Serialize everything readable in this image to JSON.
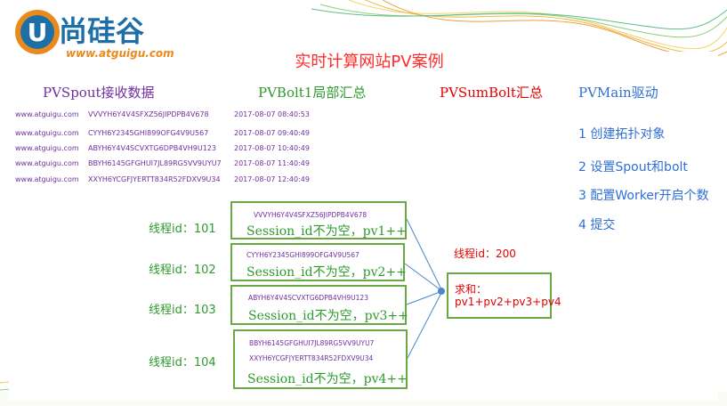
{
  "logo": {
    "brand": "尚硅谷",
    "url": "www.atguigu.com",
    "letter": "U"
  },
  "title": "实时计算网站PV案例",
  "headers": {
    "spout": "PVSpout接收数据",
    "bolt": "PVBolt1局部汇总",
    "sumbolt": "PVSumBolt汇总",
    "main": "PVMain驱动"
  },
  "rows": [
    {
      "site": "www.atguigu.com",
      "session": "VVVYH6Y4V4SFXZ56JIPDPB4V678",
      "time": "2017-08-07 08:40:53"
    },
    {
      "site": "www.atguigu.com",
      "session": "CYYH6Y2345GHI899OFG4V9U567",
      "time": "2017-08-07 09:40:49"
    },
    {
      "site": "www.atguigu.com",
      "session": "ABYH6Y4V4SCVXTG6DPB4VH9U123",
      "time": "2017-08-07 10:40:49"
    },
    {
      "site": "www.atguigu.com",
      "session": "BBYH6145GFGHUI7JL89RG5VV9UYU7",
      "time": "2017-08-07 11:40:49"
    },
    {
      "site": "www.atguigu.com",
      "session": "XXYH6YCGFJYERTT834R52FDXV9U34",
      "time": "2017-08-07 12:40:49"
    }
  ],
  "steps": [
    "1 创建拓扑对象",
    "2 设置Spout和bolt",
    "3 配置Worker开启个数",
    "4 提交"
  ],
  "threads": [
    {
      "label": "线程id：101",
      "codes": [
        "VVVYH6Y4V4SFXZ56JIPDPB4V678"
      ],
      "session": "Session_id不为空，pv1++"
    },
    {
      "label": "线程id：102",
      "codes": [
        "CYYH6Y2345GHI899OFG4V9U567"
      ],
      "session": "Session_id不为空，pv2++"
    },
    {
      "label": "线程id：103",
      "codes": [
        "ABYH6Y4V4SCVXTG6DPB4VH9U123"
      ],
      "session": "Session_id不为空，pv3++"
    },
    {
      "label": "线程id：104",
      "codes": [
        "BBYH6145GFGHUI7JL89RG5VV9UYU7",
        "XXYH6YCGFJYERTT834R52FDXV9U34"
      ],
      "session": "Session_id不为空，pv4++"
    }
  ],
  "sum": {
    "thread_label": "线程id：200",
    "line1": "求和：",
    "line2": "pv1+pv2+pv3+pv4"
  },
  "colors": {
    "title": "#ff2a2a",
    "spout": "#7030a0",
    "bolt": "#2e9a2e",
    "sumbolt": "#e60000",
    "main": "#2f6fd6",
    "box_border": "#6aa843",
    "arrow": "#4a86c8"
  }
}
